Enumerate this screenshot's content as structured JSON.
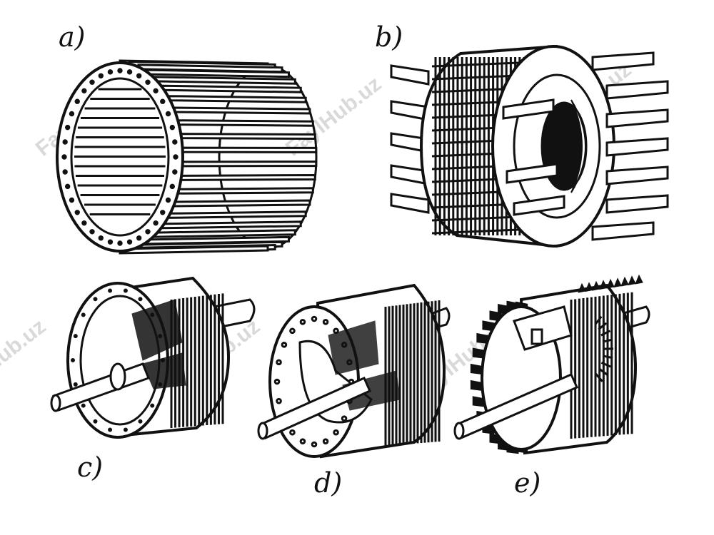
{
  "figure": {
    "labels": {
      "a": "a)",
      "b": "b)",
      "c": "c)",
      "d": "d)",
      "e": "e)"
    },
    "watermark": "FaylHub.uz",
    "colors": {
      "ink": "#111111",
      "paper": "#ffffff",
      "watermark": "#d9d9d9"
    }
  }
}
